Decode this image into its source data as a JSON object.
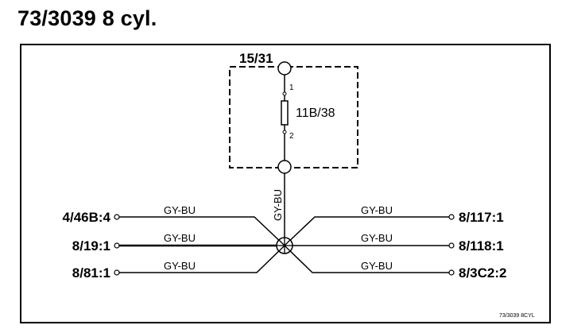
{
  "title": "73/3039 8 cyl.",
  "supply_node": {
    "label": "15/31"
  },
  "component": {
    "label": "11B/38",
    "pin_top": "1",
    "pin_bottom": "2"
  },
  "vertical_wire": {
    "color": "GY-BU"
  },
  "left_connections": [
    {
      "label": "4/46B:4",
      "wire": "GY-BU"
    },
    {
      "label": "8/19:1",
      "wire": "GY-BU"
    },
    {
      "label": "8/81:1",
      "wire": "GY-BU"
    }
  ],
  "right_connections": [
    {
      "label": "8/117:1",
      "wire": "GY-BU"
    },
    {
      "label": "8/118:1",
      "wire": "GY-BU"
    },
    {
      "label": "8/3C2:2",
      "wire": "GY-BU"
    }
  ],
  "footer_code": "73/3039 8CYL"
}
